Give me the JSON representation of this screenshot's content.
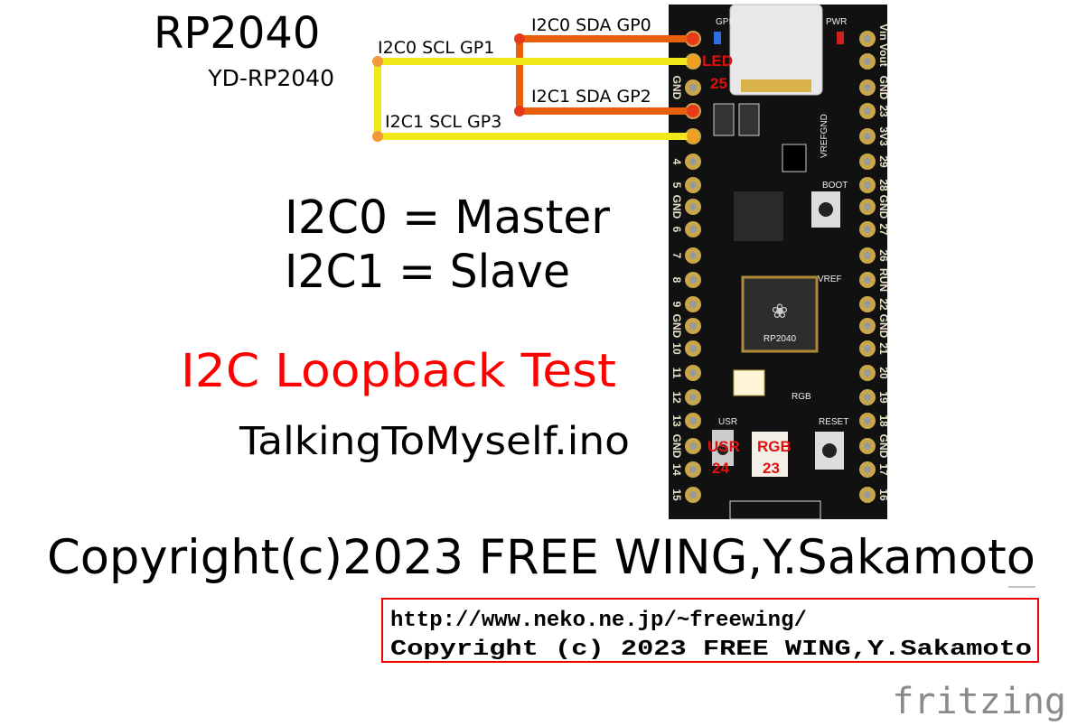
{
  "title": "RP2040",
  "subtitle": "YD-RP2040",
  "wires": {
    "sda0": "I2C0 SDA GP0",
    "scl0": "I2C0 SCL GP1",
    "sda1": "I2C1 SDA GP2",
    "scl1": "I2C1 SCL GP3",
    "sda_color": "#e8600a",
    "scl_color": "#f0e81a"
  },
  "roles": {
    "line1": "I2C0 = Master",
    "line2": "I2C1 = Slave"
  },
  "test_title": "I2C Loopback Test",
  "sketch": "TalkingToMyself.ino",
  "copyright": "Copyright(c)2023 FREE WING,Y.Sakamoto",
  "box": {
    "url": "http://www.neko.ne.jp/~freewing/",
    "copyright": "Copyright (c) 2023 FREE WING,Y.Sakamoto"
  },
  "brand": "fritzing",
  "board": {
    "left_pins": [
      "",
      "",
      "GND",
      "",
      "",
      "4",
      "5",
      "GND",
      "6",
      "7",
      "8",
      "9",
      "GND",
      "10",
      "11",
      "12",
      "13",
      "GND",
      "14",
      "15"
    ],
    "right_pins": [
      "",
      "Vin Vout",
      "GND",
      "23",
      "3V3",
      "29",
      "28",
      "GND",
      "27",
      "26",
      "RUN",
      "22",
      "GND",
      "21",
      "20",
      "19",
      "18",
      "GND",
      "17",
      "16"
    ],
    "silk": {
      "gpio25": "GPIO25",
      "pwr": "PWR",
      "vrefgnd": "VREFGND",
      "boot": "BOOT",
      "vref": "VREF",
      "chip": "RP2040",
      "rgb": "RGB",
      "usr": "USR",
      "reset": "RESET"
    },
    "callouts": {
      "led": "LED",
      "led_num": "25",
      "usr": "USR",
      "usr_num": "24",
      "rgb": "RGB",
      "rgb_num": "23"
    }
  }
}
